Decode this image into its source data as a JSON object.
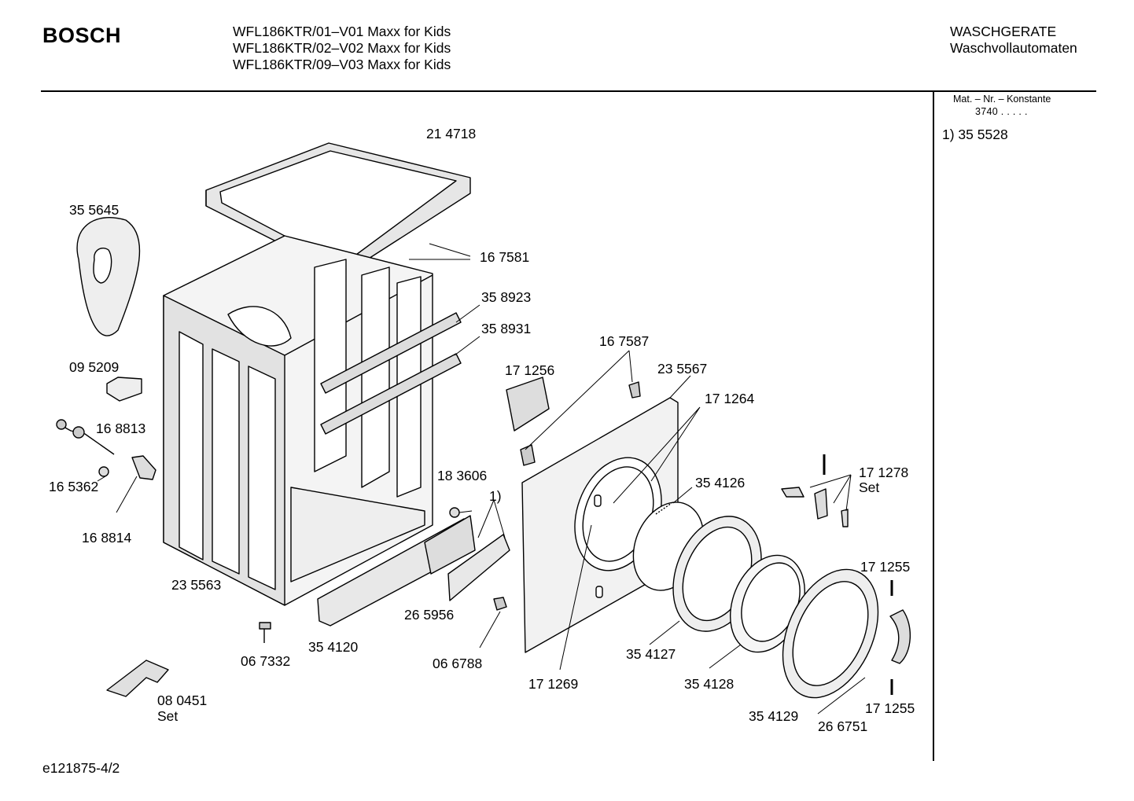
{
  "header": {
    "brand": "BOSCH",
    "models": [
      "WFL186KTR/01–V01 Maxx for Kids",
      "WFL186KTR/02–V02 Maxx for Kids",
      "WFL186KTR/09–V03 Maxx for Kids"
    ],
    "category": [
      "WASCHGERATE",
      "Waschvollautomaten"
    ]
  },
  "sidebar": {
    "mat_label": "Mat. – Nr. – Konstante",
    "mat_value": "3740 . . . . .",
    "note": "1)  35 5528"
  },
  "footer": {
    "code": "e121875-4/2"
  },
  "parts": [
    {
      "id": "p_214718",
      "text": "21 4718"
    },
    {
      "id": "p_355645",
      "text": "35 5645"
    },
    {
      "id": "p_167581",
      "text": "16 7581"
    },
    {
      "id": "p_358923",
      "text": "35 8923"
    },
    {
      "id": "p_358931",
      "text": "35 8931"
    },
    {
      "id": "p_167587",
      "text": "16 7587"
    },
    {
      "id": "p_095209",
      "text": "09 5209"
    },
    {
      "id": "p_171256",
      "text": "17 1256"
    },
    {
      "id": "p_235567",
      "text": "23 5567"
    },
    {
      "id": "p_171264",
      "text": "17 1264"
    },
    {
      "id": "p_168813",
      "text": "16 8813"
    },
    {
      "id": "p_183606",
      "text": "18 3606"
    },
    {
      "id": "p_note1",
      "text": "1)"
    },
    {
      "id": "p_354126",
      "text": "35 4126"
    },
    {
      "id": "p_171278",
      "text": "17 1278"
    },
    {
      "id": "p_171278_set",
      "text": "Set"
    },
    {
      "id": "p_165362",
      "text": "16 5362"
    },
    {
      "id": "p_168814",
      "text": "16 8814"
    },
    {
      "id": "p_171255a",
      "text": "17 1255"
    },
    {
      "id": "p_235563",
      "text": "23 5563"
    },
    {
      "id": "p_265956",
      "text": "26 5956"
    },
    {
      "id": "p_354120",
      "text": "35 4120"
    },
    {
      "id": "p_067332",
      "text": "06 7332"
    },
    {
      "id": "p_354127",
      "text": "35 4127"
    },
    {
      "id": "p_066788",
      "text": "06 6788"
    },
    {
      "id": "p_171269",
      "text": "17 1269"
    },
    {
      "id": "p_354128",
      "text": "35 4128"
    },
    {
      "id": "p_080451",
      "text": "08 0451"
    },
    {
      "id": "p_080451_set",
      "text": "Set"
    },
    {
      "id": "p_354129",
      "text": "35 4129"
    },
    {
      "id": "p_171255b",
      "text": "17 1255"
    },
    {
      "id": "p_266751",
      "text": "26 6751"
    }
  ]
}
